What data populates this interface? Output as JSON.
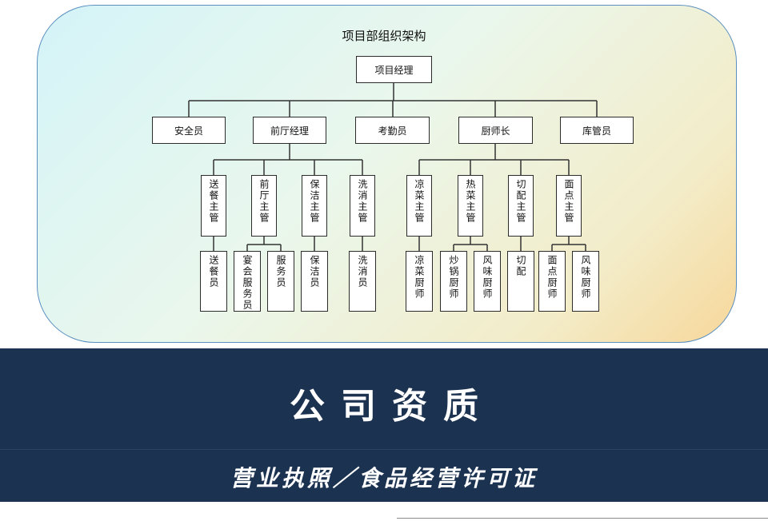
{
  "chart": {
    "title": "项目部组织架构",
    "root": "项目经理",
    "level1": [
      "安全员",
      "前厅经理",
      "考勤员",
      "厨师长",
      "库管员"
    ],
    "supervisors": [
      "送餐主管",
      "前厅主管",
      "保洁主管",
      "洗消主管",
      "凉菜主管",
      "热菜主管",
      "切配主管",
      "面点主管"
    ],
    "staff": [
      "送餐员",
      "宴会服务员",
      "服务员",
      "保洁员",
      "洗消员",
      "凉菜厨师",
      "炒锅厨师",
      "风味厨师",
      "切配",
      "面点厨师",
      "风味厨师"
    ]
  },
  "banner": {
    "title": "公司资质",
    "subtitle": "营业执照／食品经营许可证"
  },
  "colors": {
    "band": "#1c3251",
    "panel_border": "#5a8fc0"
  }
}
